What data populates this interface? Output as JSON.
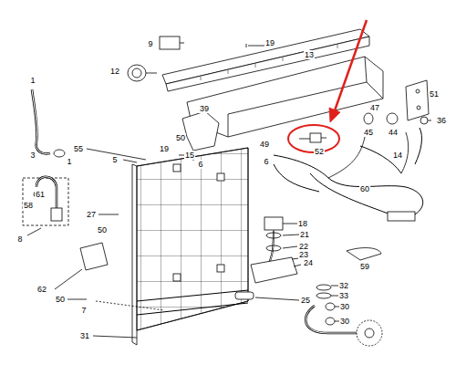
{
  "diagram": {
    "labels": [
      "9",
      "19",
      "13",
      "12",
      "39",
      "1",
      "49",
      "50",
      "19",
      "15",
      "55",
      "5",
      "6",
      "6",
      "3",
      "1",
      "52",
      "47",
      "45",
      "44",
      "51",
      "36",
      "14",
      "60",
      "61",
      "58",
      "8",
      "27",
      "50",
      "18",
      "21",
      "22",
      "23",
      "24",
      "59",
      "62",
      "50",
      "25",
      "32",
      "33",
      "30",
      "7",
      "31",
      "30"
    ]
  }
}
